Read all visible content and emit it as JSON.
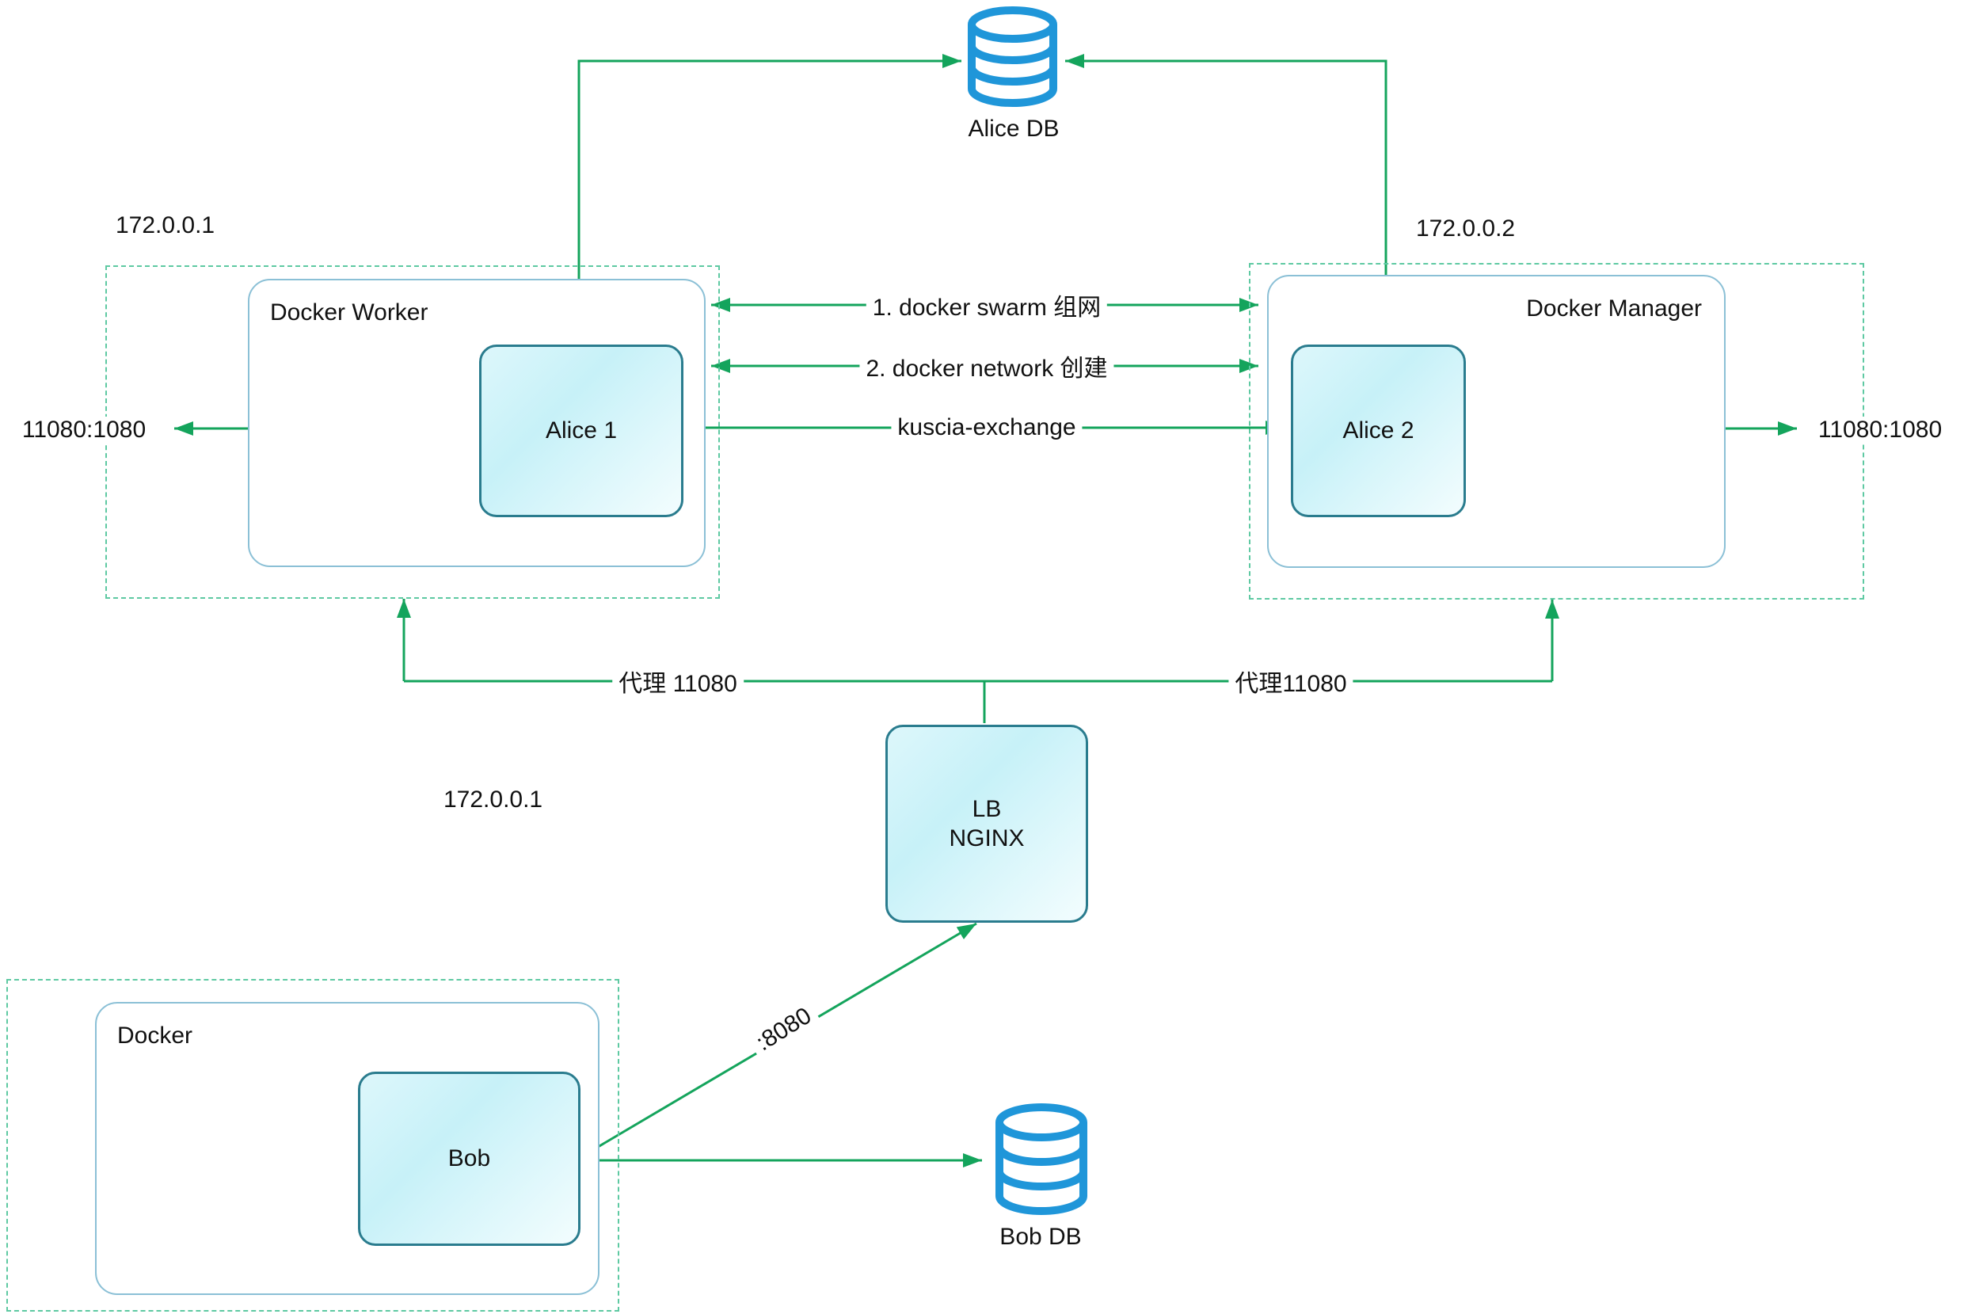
{
  "diagram": {
    "title_implicit": "kuscia docker swarm deployment diagram",
    "nodes": {
      "alice_db": {
        "label": "Alice DB",
        "icon": "database-cylinder-icon"
      },
      "bob_db": {
        "label": "Bob DB",
        "icon": "database-cylinder-icon"
      },
      "alice1": {
        "label": "Alice 1"
      },
      "alice2": {
        "label": "Alice 2"
      },
      "bob": {
        "label": "Bob"
      },
      "lb": {
        "label_line1": "LB",
        "label_line2": "NGINX"
      }
    },
    "containers": {
      "docker_worker": {
        "title": "Docker Worker",
        "ip": "172.0.0.1"
      },
      "docker_manager": {
        "title": "Docker Manager",
        "ip": "172.0.0.2"
      },
      "docker_bob": {
        "title": "Docker"
      },
      "lb_host_ip": "172.0.0.1"
    },
    "edges": {
      "swarm_label": "1. docker swarm 组网",
      "network_label": "2. docker network 创建",
      "kuscia_label": "kuscia-exchange",
      "proxy_left_label": "代理 11080",
      "proxy_right_label": "代理11080",
      "bob_port_label": ":8080",
      "worker_port_label": "11080:1080",
      "manager_port_label": "11080:1080"
    },
    "colors": {
      "edge_green": "#14a45c",
      "dashed_teal": "#5ec9a2",
      "container_blue": "#8bc0d6",
      "node_border": "#2a7c8e",
      "node_fill_light": "#f3fdfe",
      "node_fill_cyan": "#c7f1f8",
      "db_blue": "#1f96d9",
      "text": "#111111"
    }
  }
}
